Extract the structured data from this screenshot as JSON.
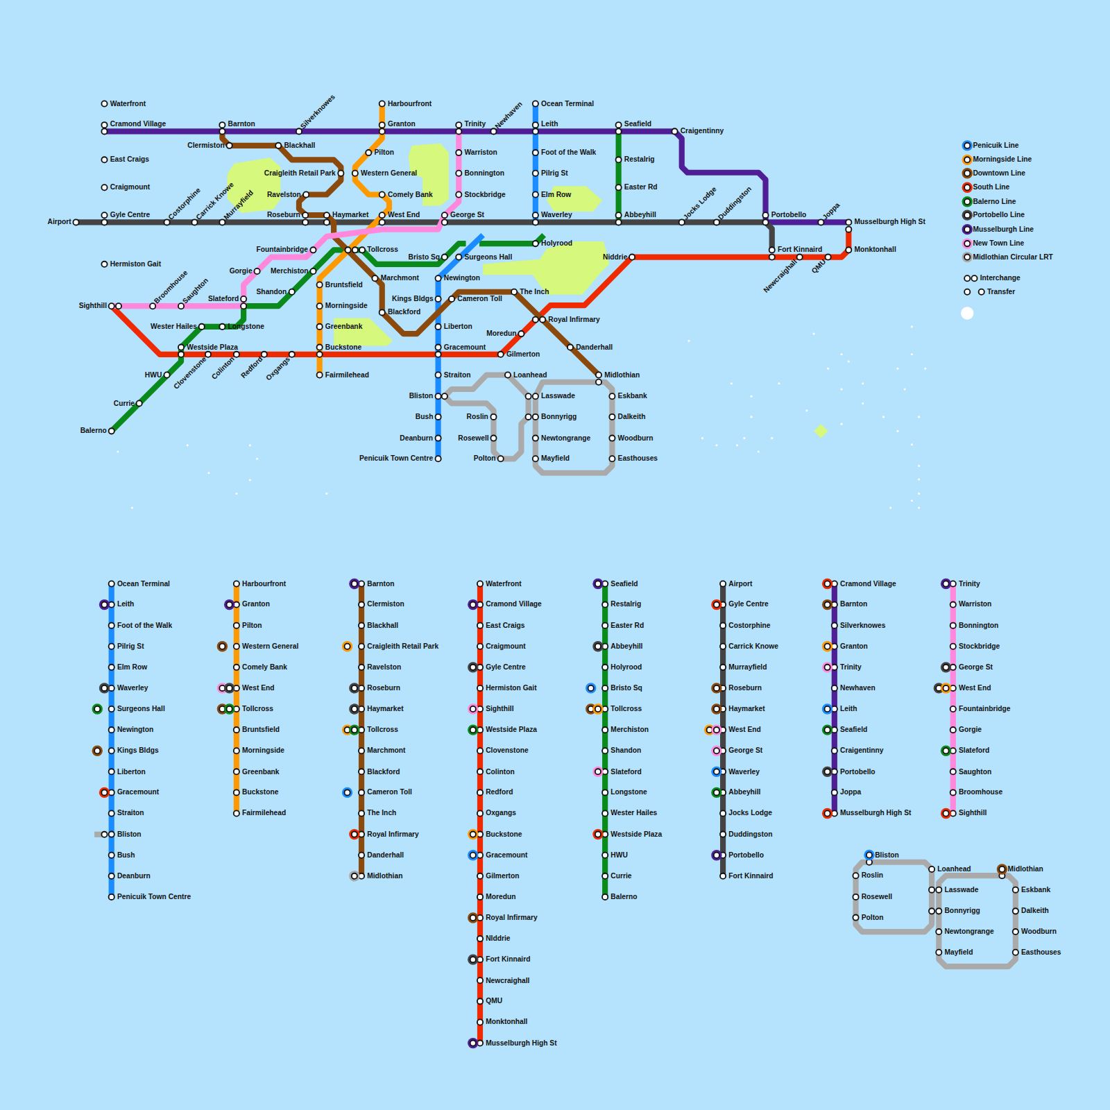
{
  "diagram": {
    "labels": [
      "Waterfront",
      "Cramond Village",
      "East Craigs",
      "Craigmount",
      "Gyle Centre",
      "Hermiston Gait",
      "Airport",
      "Costorphine",
      "Carrick Knowe",
      "Murrayfield",
      "Barnton",
      "Clermiston",
      "Silverknowes",
      "Blackhall",
      "Craigleith Retail Park",
      "Ravelston",
      "Roseburn",
      "Haymarket",
      "Harbourfront",
      "Granton",
      "Pilton",
      "Western General",
      "Comely Bank",
      "West End",
      "Trinity",
      "Newhaven",
      "Warriston",
      "Bonnington",
      "Stockbridge",
      "George St",
      "Ocean Terminal",
      "Leith",
      "Foot of the Walk",
      "Pilrig St",
      "Elm Row",
      "Waverley",
      "Seafield",
      "Restalrig",
      "Easter Rd",
      "Abbeyhill",
      "Craigentinny",
      "Jocks Lodge",
      "Duddingston",
      "Portobello",
      "Joppa",
      "Musselburgh High St",
      "Fort Kinnaird",
      "Monktonhall",
      "Newcraighall",
      "QMU",
      "Niddrie",
      "Fountainbridge",
      "Tollcross",
      "Merchiston",
      "Gorgie",
      "Shandon",
      "Bruntsfield",
      "Morningside",
      "Greenbank",
      "Buckstone",
      "Fairmilehead",
      "Marchmont",
      "Blackford",
      "Bristo Sq",
      "Surgeons Hall",
      "Holyrood",
      "Newington",
      "Kings Bldgs",
      "Cameron Toll",
      "The Inch",
      "Liberton",
      "Gracemount",
      "Royal Infirmary",
      "Moredun",
      "Gilmerton",
      "Danderhall",
      "Midlothian",
      "Straiton",
      "Loanhead",
      "Bliston",
      "Lasswade",
      "Eskbank",
      "Bush",
      "Roslin",
      "Bonnyrigg",
      "Dalkeith",
      "Deanburn",
      "Rosewell",
      "Newtongrange",
      "Woodburn",
      "Penicuik Town Centre",
      "Polton",
      "Mayfield",
      "Easthouses",
      "Sighthill",
      "Broomhouse",
      "Saughton",
      "Slateford",
      "Wester Hailes",
      "Longstone",
      "Westside Plaza",
      "HWU",
      "Clovenstone",
      "Colinton",
      "Redford",
      "Oxgangs",
      "Currie",
      "Balerno",
      "Ocean Terminal",
      "Leith",
      "Foot of the Walk",
      "Pilrig St",
      "Elm Row",
      "Waverley",
      "Surgeons Hall",
      "Newington",
      "Kings Bldgs",
      "Liberton",
      "Gracemount",
      "Straiton",
      "Bliston",
      "Bush",
      "Deanburn",
      "Penicuik Town Centre",
      "Harbourfront",
      "Granton",
      "Pilton",
      "Western General",
      "Comely Bank",
      "West End",
      "Tollcross",
      "Bruntsfield",
      "Morningside",
      "Greenbank",
      "Buckstone",
      "Fairmilehead",
      "Barnton",
      "Clermiston",
      "Blackhall",
      "Craigleith Retail Park",
      "Ravelston",
      "Roseburn",
      "Haymarket",
      "Tollcross",
      "Marchmont",
      "Blackford",
      "Cameron Toll",
      "The Inch",
      "Royal Infirmary",
      "Danderhall",
      "Midlothian",
      "Waterfront",
      "Cramond Village",
      "East Craigs",
      "Craigmount",
      "Gyle Centre",
      "Hermiston Gait",
      "Sighthill",
      "Westside Plaza",
      "Clovenstone",
      "Colinton",
      "Redford",
      "Oxgangs",
      "Buckstone",
      "Gracemount",
      "Gilmerton",
      "Moredun",
      "Royal Infirmary",
      "NIddrie",
      "Fort Kinnaird",
      "Newcraighall",
      "QMU",
      "Monktonhall",
      "Musselburgh High St",
      "Seafield",
      "Restalrig",
      "Easter Rd",
      "Abbeyhill",
      "Holyrood",
      "Bristo Sq",
      "Tollcross",
      "Merchiston",
      "Shandon",
      "Slateford",
      "Longstone",
      "Wester Hailes",
      "Westside Plaza",
      "HWU",
      "Currie",
      "Balerno",
      "Airport",
      "Gyle Centre",
      "Costorphine",
      "Carrick Knowe",
      "Murrayfield",
      "Roseburn",
      "Haymarket",
      "West End",
      "George St",
      "Waverley",
      "Abbeyhill",
      "Jocks Lodge",
      "Duddingston",
      "Portobello",
      "Fort Kinnaird",
      "Cramond Village",
      "Barnton",
      "Silverknowes",
      "Granton",
      "Trinity",
      "Newhaven",
      "Leith",
      "Seafield",
      "Craigentinny",
      "Portobello",
      "Joppa",
      "Musselburgh High St",
      "Trinity",
      "Warriston",
      "Bonnington",
      "Stockbridge",
      "George St",
      "West End",
      "Fountainbridge",
      "Gorgie",
      "Slateford",
      "Saughton",
      "Broomhouse",
      "Sighthill",
      "Bliston",
      "Roslin",
      "Rosewell",
      "Polton",
      "Loanhead",
      "Lasswade",
      "Bonnyrigg",
      "Newtongrange",
      "Mayfield",
      "Midlothian",
      "Eskbank",
      "Dalkeith",
      "Woodburn",
      "Easthouses"
    ],
    "legend": [
      {
        "text": "Penicuik Line",
        "color": "#1a8cff"
      },
      {
        "text": "Morningside Line",
        "color": "#ff9900"
      },
      {
        "text": "Downtown Line",
        "color": "#8b4a0b"
      },
      {
        "text": "South Line",
        "color": "#f02a00"
      },
      {
        "text": "Balerno Line",
        "color": "#0a8a1a"
      },
      {
        "text": "Portobello Line",
        "color": "#444444"
      },
      {
        "text": "Musselburgh Line",
        "color": "#4f1d96"
      },
      {
        "text": "New Town Line",
        "color": "#ff88dd"
      },
      {
        "text": "Midlothian Circular LRT",
        "color": "#aaaaaa"
      },
      {
        "text": "Interchange"
      },
      {
        "text": "Transfer"
      }
    ]
  }
}
